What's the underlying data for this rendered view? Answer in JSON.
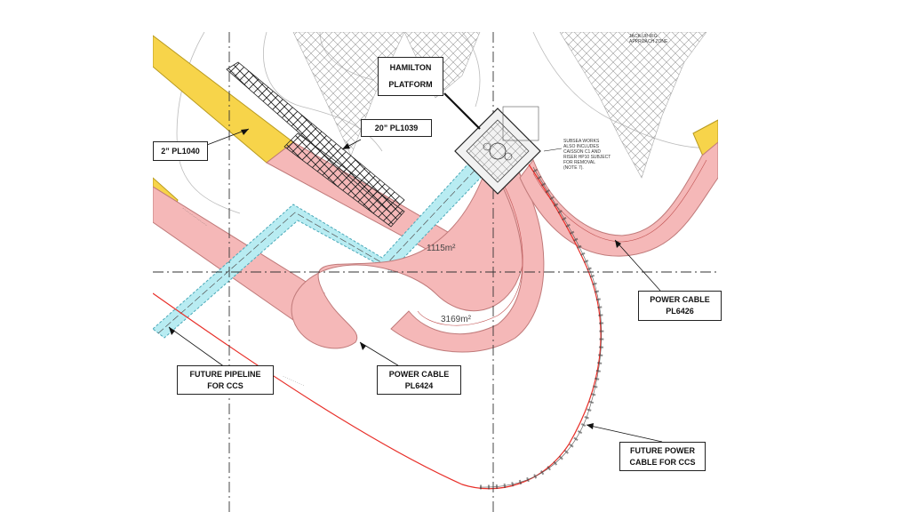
{
  "labels": {
    "hamilton_line1": "HAMILTON",
    "hamilton_line2": "PLATFORM",
    "pl1039": "20” PL1039",
    "pl1040": "2” PL1040",
    "pl6426_line1": "POWER CABLE",
    "pl6426_line2": "PL6426",
    "pl6424_line1": "POWER CABLE",
    "pl6424_line2": "PL6424",
    "ccs_pipeline_line1": "FUTURE PIPELINE",
    "ccs_pipeline_line2": "FOR CCS",
    "ccs_cable_line1": "FUTURE POWER",
    "ccs_cable_line2": "CABLE FOR CCS"
  },
  "areas": {
    "area_1": "1115m²",
    "area_2": "3169m²"
  },
  "notes": {
    "jackup_line1": "JACK-UP RIG",
    "jackup_line2": "APPROACH ZONE",
    "subsea_lines": [
      "SUBSEA WORKS",
      "ALSO INCLUDES",
      "CAISSON C1 AND",
      "RISER HP10 SUBJECT",
      "FOR REMOVAL",
      "(NOTE 7)."
    ]
  },
  "colors": {
    "pink_corridor": "#f5b8b8",
    "cyan_corridor": "#b8ecf2",
    "yellow_corridor": "#f7d44a",
    "red_cable": "#e8302a"
  }
}
